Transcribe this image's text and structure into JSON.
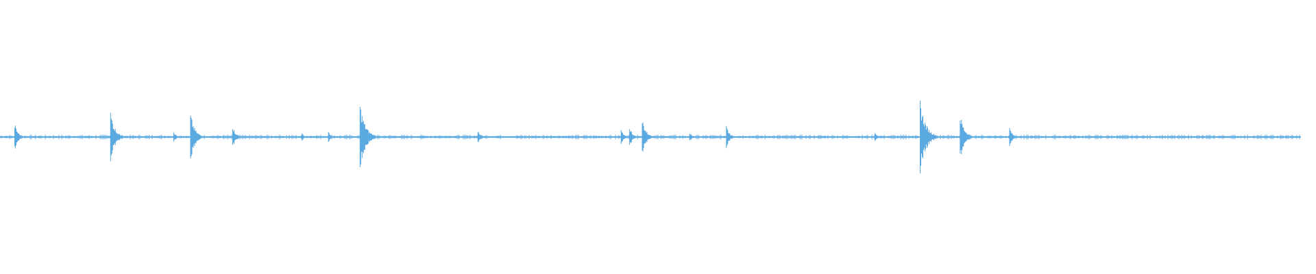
{
  "waveform": {
    "color": "#5aa9e0",
    "duration_fraction": 0.95,
    "baseline_noise": 0.02,
    "peaks": [
      {
        "t": 0.014,
        "amp": 0.18
      },
      {
        "t": 0.105,
        "amp": 0.32
      },
      {
        "t": 0.165,
        "amp": 0.08
      },
      {
        "t": 0.181,
        "amp": 0.3
      },
      {
        "t": 0.221,
        "amp": 0.15
      },
      {
        "t": 0.287,
        "amp": 0.05
      },
      {
        "t": 0.312,
        "amp": 0.07
      },
      {
        "t": 0.342,
        "amp": 0.42
      },
      {
        "t": 0.454,
        "amp": 0.1
      },
      {
        "t": 0.59,
        "amp": 0.1
      },
      {
        "t": 0.598,
        "amp": 0.14
      },
      {
        "t": 0.61,
        "amp": 0.24
      },
      {
        "t": 0.655,
        "amp": 0.07
      },
      {
        "t": 0.69,
        "amp": 0.16
      },
      {
        "t": 0.831,
        "amp": 0.08
      },
      {
        "t": 0.874,
        "amp": 0.46
      },
      {
        "t": 0.912,
        "amp": 0.3
      },
      {
        "t": 0.959,
        "amp": 0.13
      }
    ]
  }
}
